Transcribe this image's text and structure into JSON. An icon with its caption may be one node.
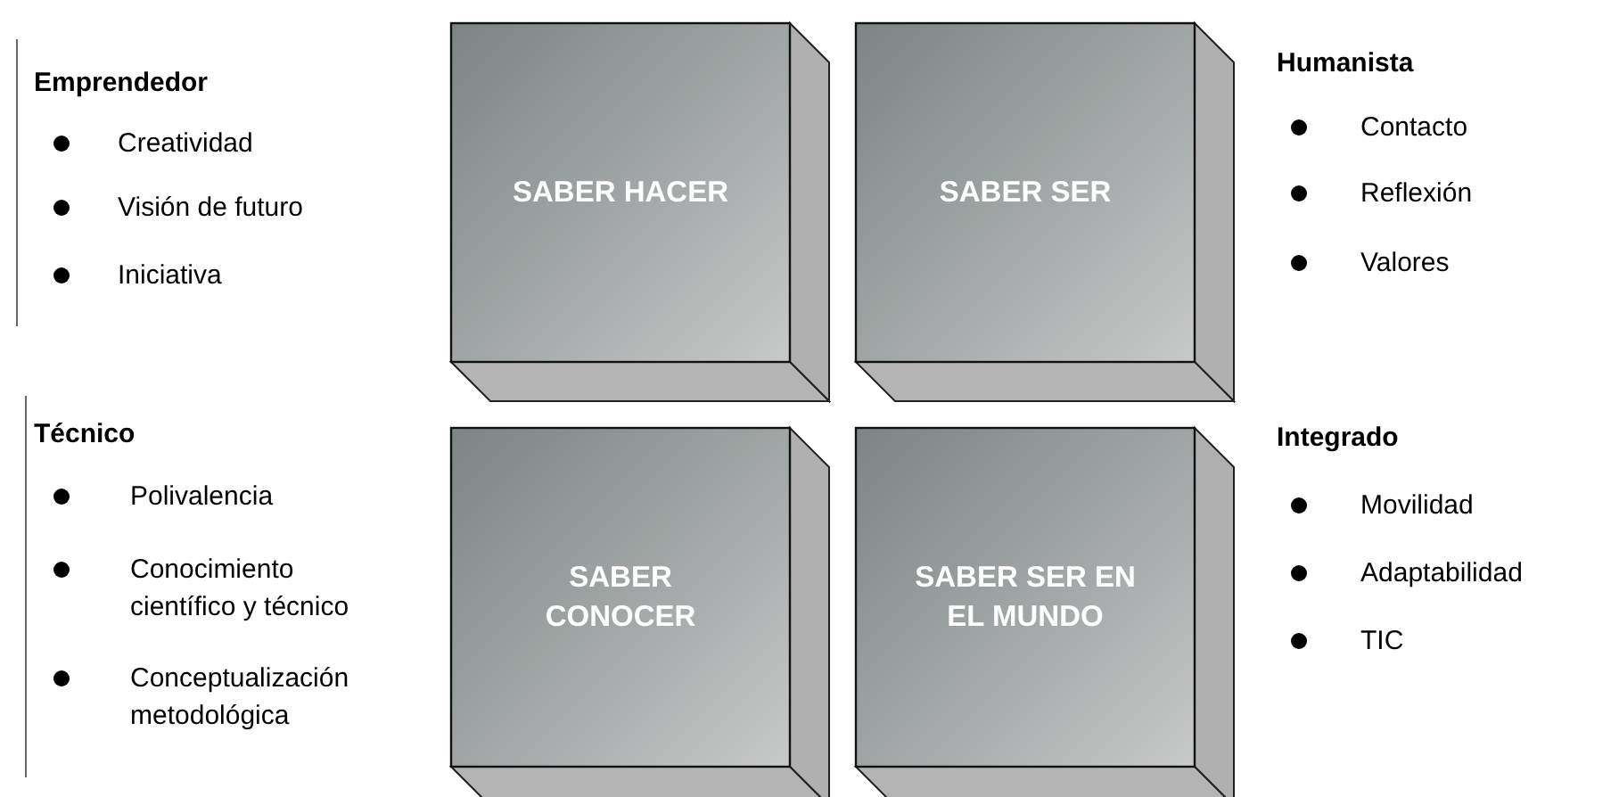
{
  "diagram": {
    "nodes": [
      {
        "text": [
          "SABER HACER"
        ]
      },
      {
        "text": [
          "SABER SER"
        ]
      },
      {
        "text": [
          "SABER CONOCER"
        ]
      },
      {
        "text": [
          "SABER SER EN EL MUNDO"
        ]
      }
    ],
    "labels": [
      "Emprendedor",
      "Creatividad",
      "Visión de futuro",
      "Iniciativa",
      "Humanista",
      "Contacto",
      "Reflexión",
      "Valores",
      "Técnico",
      "Polivalencia",
      "Conocimiento científico y técnico",
      "Conceptualización metodológica",
      "Integrado",
      "Movilidad",
      "Adaptabilidad",
      "TIC"
    ]
  }
}
